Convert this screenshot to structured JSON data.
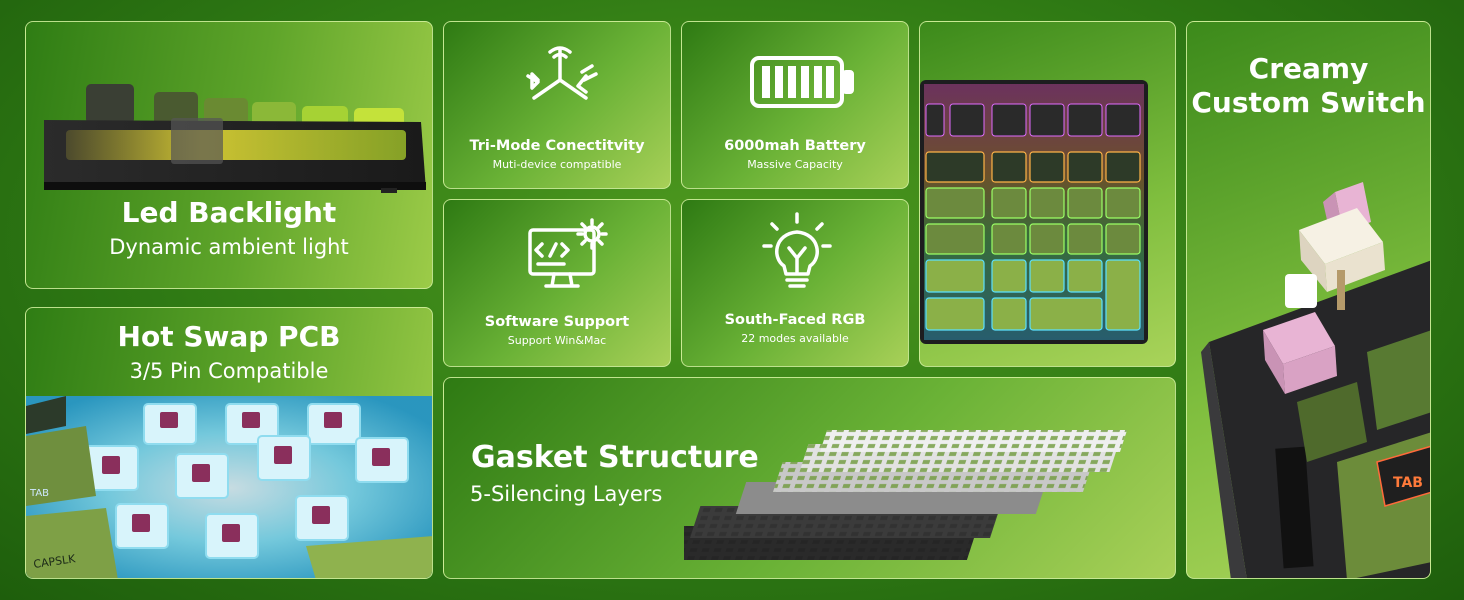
{
  "features": {
    "led": {
      "title": "Led Backlight",
      "subtitle": "Dynamic ambient light"
    },
    "hotswap": {
      "title": "Hot Swap PCB",
      "subtitle": "3/5 Pin Compatible"
    },
    "trimode": {
      "title": "Tri-Mode Conectitvity",
      "subtitle": "Muti-device compatible",
      "icon": "wireless-bluetooth-cable-icon"
    },
    "battery": {
      "title": "6000mah Battery",
      "subtitle": "Massive Capacity",
      "icon": "battery-icon"
    },
    "software": {
      "title": "Software Support",
      "subtitle": "Support Win&Mac",
      "icon": "monitor-code-gear-icon"
    },
    "rgb": {
      "title": "South-Faced RGB",
      "subtitle": "22 modes available",
      "icon": "lightbulb-icon"
    },
    "gasket": {
      "title": "Gasket Structure",
      "subtitle": "5-Silencing Layers"
    },
    "switch": {
      "title_line1": "Creamy",
      "title_line2": "Custom Switch"
    }
  },
  "keycap_labels": {
    "capslock": "CAPSLK",
    "tab": "TAB",
    "tab_alt": "TAB"
  },
  "colors": {
    "panel_border": "#d2f0a0",
    "background": "#2f7a14",
    "switch_pink": "#e8b4d4",
    "switch_stem": "#9c3a66"
  }
}
